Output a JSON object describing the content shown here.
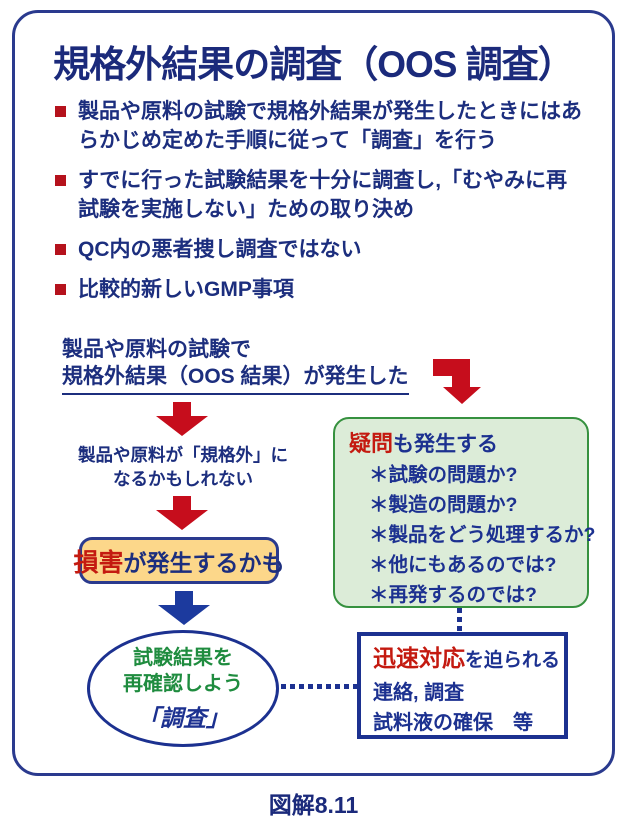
{
  "page": {
    "title": "規格外結果の調査（OOS 調査）",
    "caption": "図解8.11"
  },
  "bullets": [
    "製品や原料の試験で規格外結果が発生したときにはあらかじめ定めた手順に従って「調査」を行う",
    "すでに行った試験結果を十分に調査し,「むやみに再試験を実施しない」ための取り決め",
    "QC内の悪者捜し調査ではない",
    "比較的新しいGMP事項"
  ],
  "flow": {
    "start": {
      "line1": "製品や原料の試験で",
      "line2": "規格外結果（OOS 結果）が発生した"
    },
    "maybe": {
      "line1": "製品や原料が「規格外」に",
      "line2": "なるかもしれない"
    },
    "damage": {
      "highlight": "損害",
      "rest": "が発生するかも"
    },
    "ellipse": {
      "line1": "試験結果を",
      "line2": "再確認しよう",
      "line3": "「調査」"
    },
    "questions": {
      "title_highlight": "疑問",
      "title_rest": "も発生する",
      "items": [
        "＊試験の問題か?",
        "＊製造の問題か?",
        "＊製品をどう処理するか?",
        "＊他にもあるのでは?",
        "＊再発するのでは?"
      ]
    },
    "response": {
      "highlight": "迅速対応",
      "rest": "を迫られる",
      "line2": "連絡, 調査",
      "line3": "試料液の確保　等"
    }
  },
  "icons": {
    "down_arrow": "thick-down-arrow",
    "elbow_arrow": "bent-right-then-down-arrow"
  },
  "colors": {
    "navy_text": "#1c2e7e",
    "frame_border": "#2a3a8e",
    "red_accent": "#c60d1c",
    "red_text": "#c41a10",
    "blue_arrow": "#1c3a9e",
    "green_border": "#36913f",
    "green_bg": "#dcecd8",
    "green_text": "#1f8c3f",
    "orange_bg": "#fcd78a"
  }
}
